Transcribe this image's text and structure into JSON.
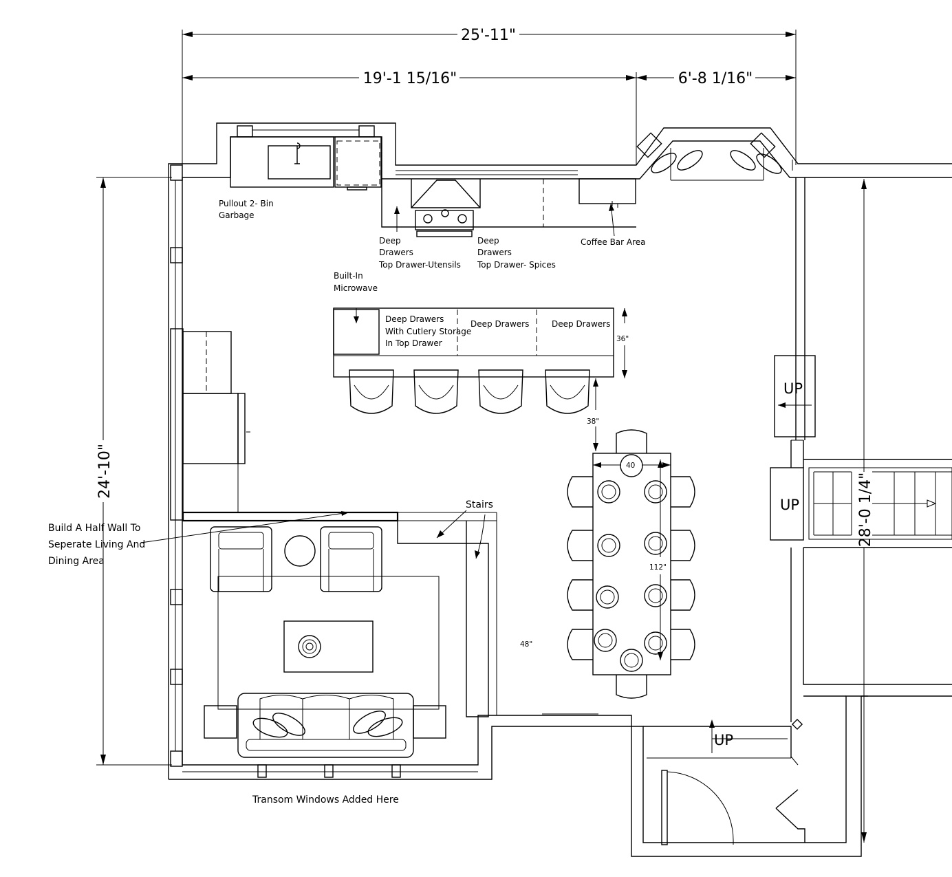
{
  "dimensions": {
    "overall_width": "25'-11\"",
    "kitchen_width": "19'-1 15/16\"",
    "bay_width": "6'-8 1/16\"",
    "overall_depth": "24'-10\"",
    "stair_hall_depth": "28'-0 1/4\""
  },
  "kitchen": {
    "pullout_garbage": [
      "Pullout 2- Bin",
      "Garbage"
    ],
    "drawers_left": [
      "Deep",
      "Drawers",
      "Top Drawer-Utensils"
    ],
    "drawers_right": [
      "Deep",
      "Drawers",
      "Top Drawer- Spices"
    ],
    "coffee_bar": "Coffee Bar Area",
    "microwave": [
      "Built-In",
      "Microwave"
    ]
  },
  "island": {
    "section1": [
      "Deep Drawers",
      "With Cutlery Storage",
      "In Top Drawer"
    ],
    "section2": "Deep Drawers",
    "section3": "Deep Drawers",
    "depth": "36\"",
    "clearance": "38\""
  },
  "dining": {
    "table_width": "40",
    "table_length": "112\"",
    "clearance": "48\""
  },
  "living": {
    "half_wall_note": [
      "Build A Half Wall To",
      "Seperate Living And",
      "Dining Area"
    ],
    "stairs": "Stairs",
    "transom_note": "Transom Windows Added Here"
  },
  "up_labels": [
    "UP",
    "UP",
    "UP"
  ]
}
